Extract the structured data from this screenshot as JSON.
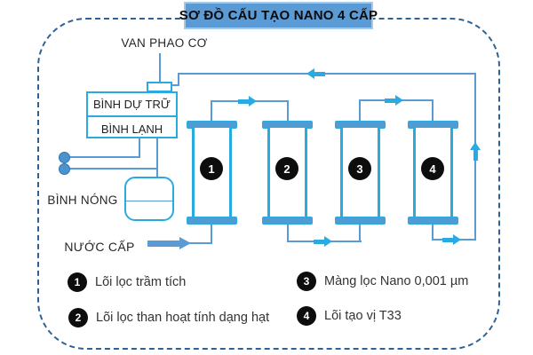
{
  "title": "SƠ ĐỒ CẤU TẠO NANO 4 CẤP",
  "labels": {
    "float_valve": "VAN PHAO CƠ",
    "reserve_tank": "BÌNH DỰ TRỮ",
    "cold_tank": "BÌNH LẠNH",
    "hot_tank": "BÌNH NÓNG",
    "feed_water": "NƯỚC CẤP"
  },
  "filters": [
    {
      "number": "1"
    },
    {
      "number": "2"
    },
    {
      "number": "3"
    },
    {
      "number": "4"
    }
  ],
  "legend": [
    {
      "number": "1",
      "text": "Lõi lọc trầm tích"
    },
    {
      "number": "2",
      "text": "Lõi lọc than hoạt tính dạng hạt"
    },
    {
      "number": "3",
      "text": "Màng lọc Nano 0,001 µm"
    },
    {
      "number": "4",
      "text": "Lõi tạo vị T33"
    }
  ],
  "colors": {
    "pipe": "#5b9bd5",
    "bright_blue": "#29abe2",
    "title_bg": "#5b9bd5",
    "dashed_frame": "#2e6295",
    "badge": "#0d0d0d"
  }
}
